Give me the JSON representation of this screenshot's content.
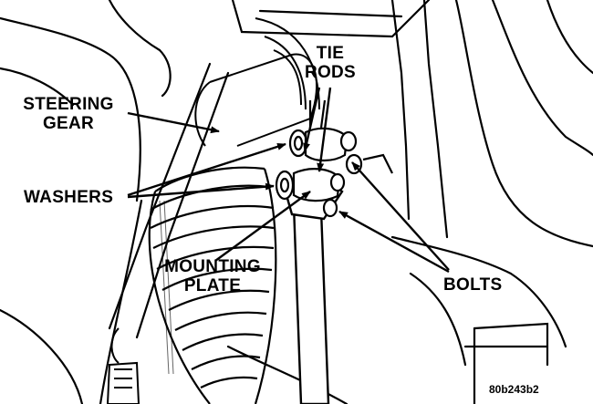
{
  "labels": {
    "tie_rods_line1": "TIE",
    "tie_rods_line2": "RODS",
    "steering_gear_line1": "STEERING",
    "steering_gear_line2": "GEAR",
    "washers": "WASHERS",
    "mounting_plate_line1": "MOUNTING",
    "mounting_plate_line2": "PLATE",
    "bolts": "BOLTS"
  },
  "figure_id": "80b243b2"
}
